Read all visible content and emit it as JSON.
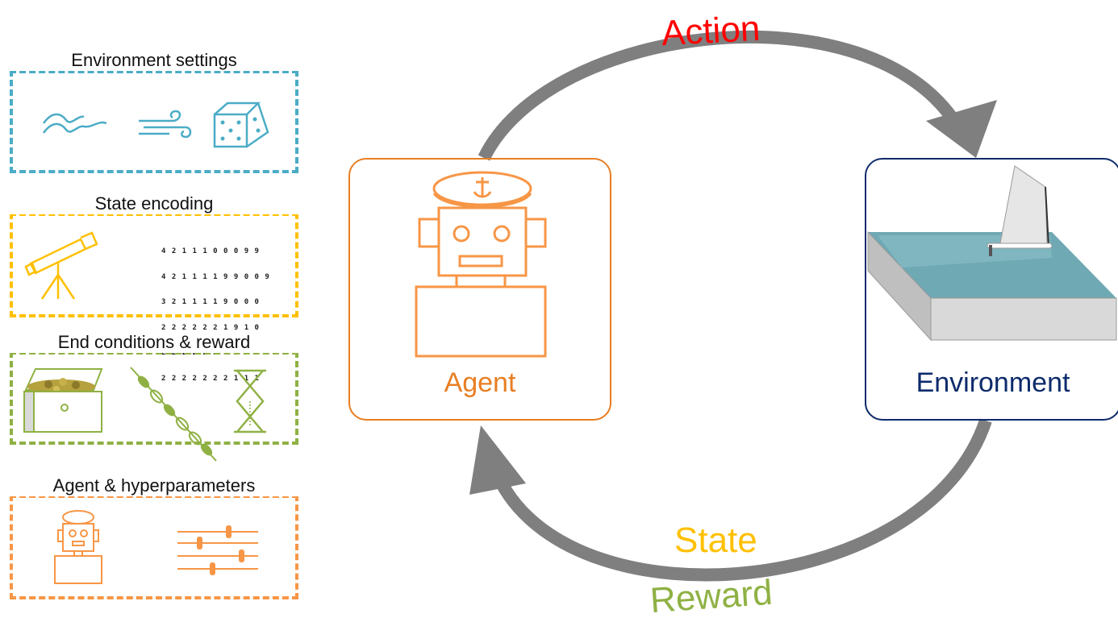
{
  "panels": {
    "environment_settings": "Environment settings",
    "state_encoding": "State encoding",
    "end_conditions": "End conditions & reward",
    "agent_hyperparameters": "Agent & hyperparameters"
  },
  "state_matrix": [
    "4 2 1 1 1 0 0 0 9 9",
    "4 2 1 1 1 1 9 9 0 0 9",
    "3 2 1 1 1 1 9 0 0 0",
    "2 2 2 2 2 2 1 9 1 0",
    "2 2 2 2 2 2 1 1 1 1",
    "2 2 2 2 2 2 2 1 1 1"
  ],
  "cycle": {
    "action": "Action",
    "state": "State",
    "reward": "Reward",
    "agent": "Agent",
    "environment": "Environment"
  },
  "colors": {
    "env_panel": "#4bacc6",
    "state_panel": "#ffc000",
    "end_panel": "#8fb144",
    "agent_panel": "#f79646",
    "action": "#ff0000",
    "state": "#ffc000",
    "reward": "#8fb144",
    "agent": "#e87e22",
    "environment": "#0d2b6b",
    "arrow": "#7f7f7f"
  }
}
